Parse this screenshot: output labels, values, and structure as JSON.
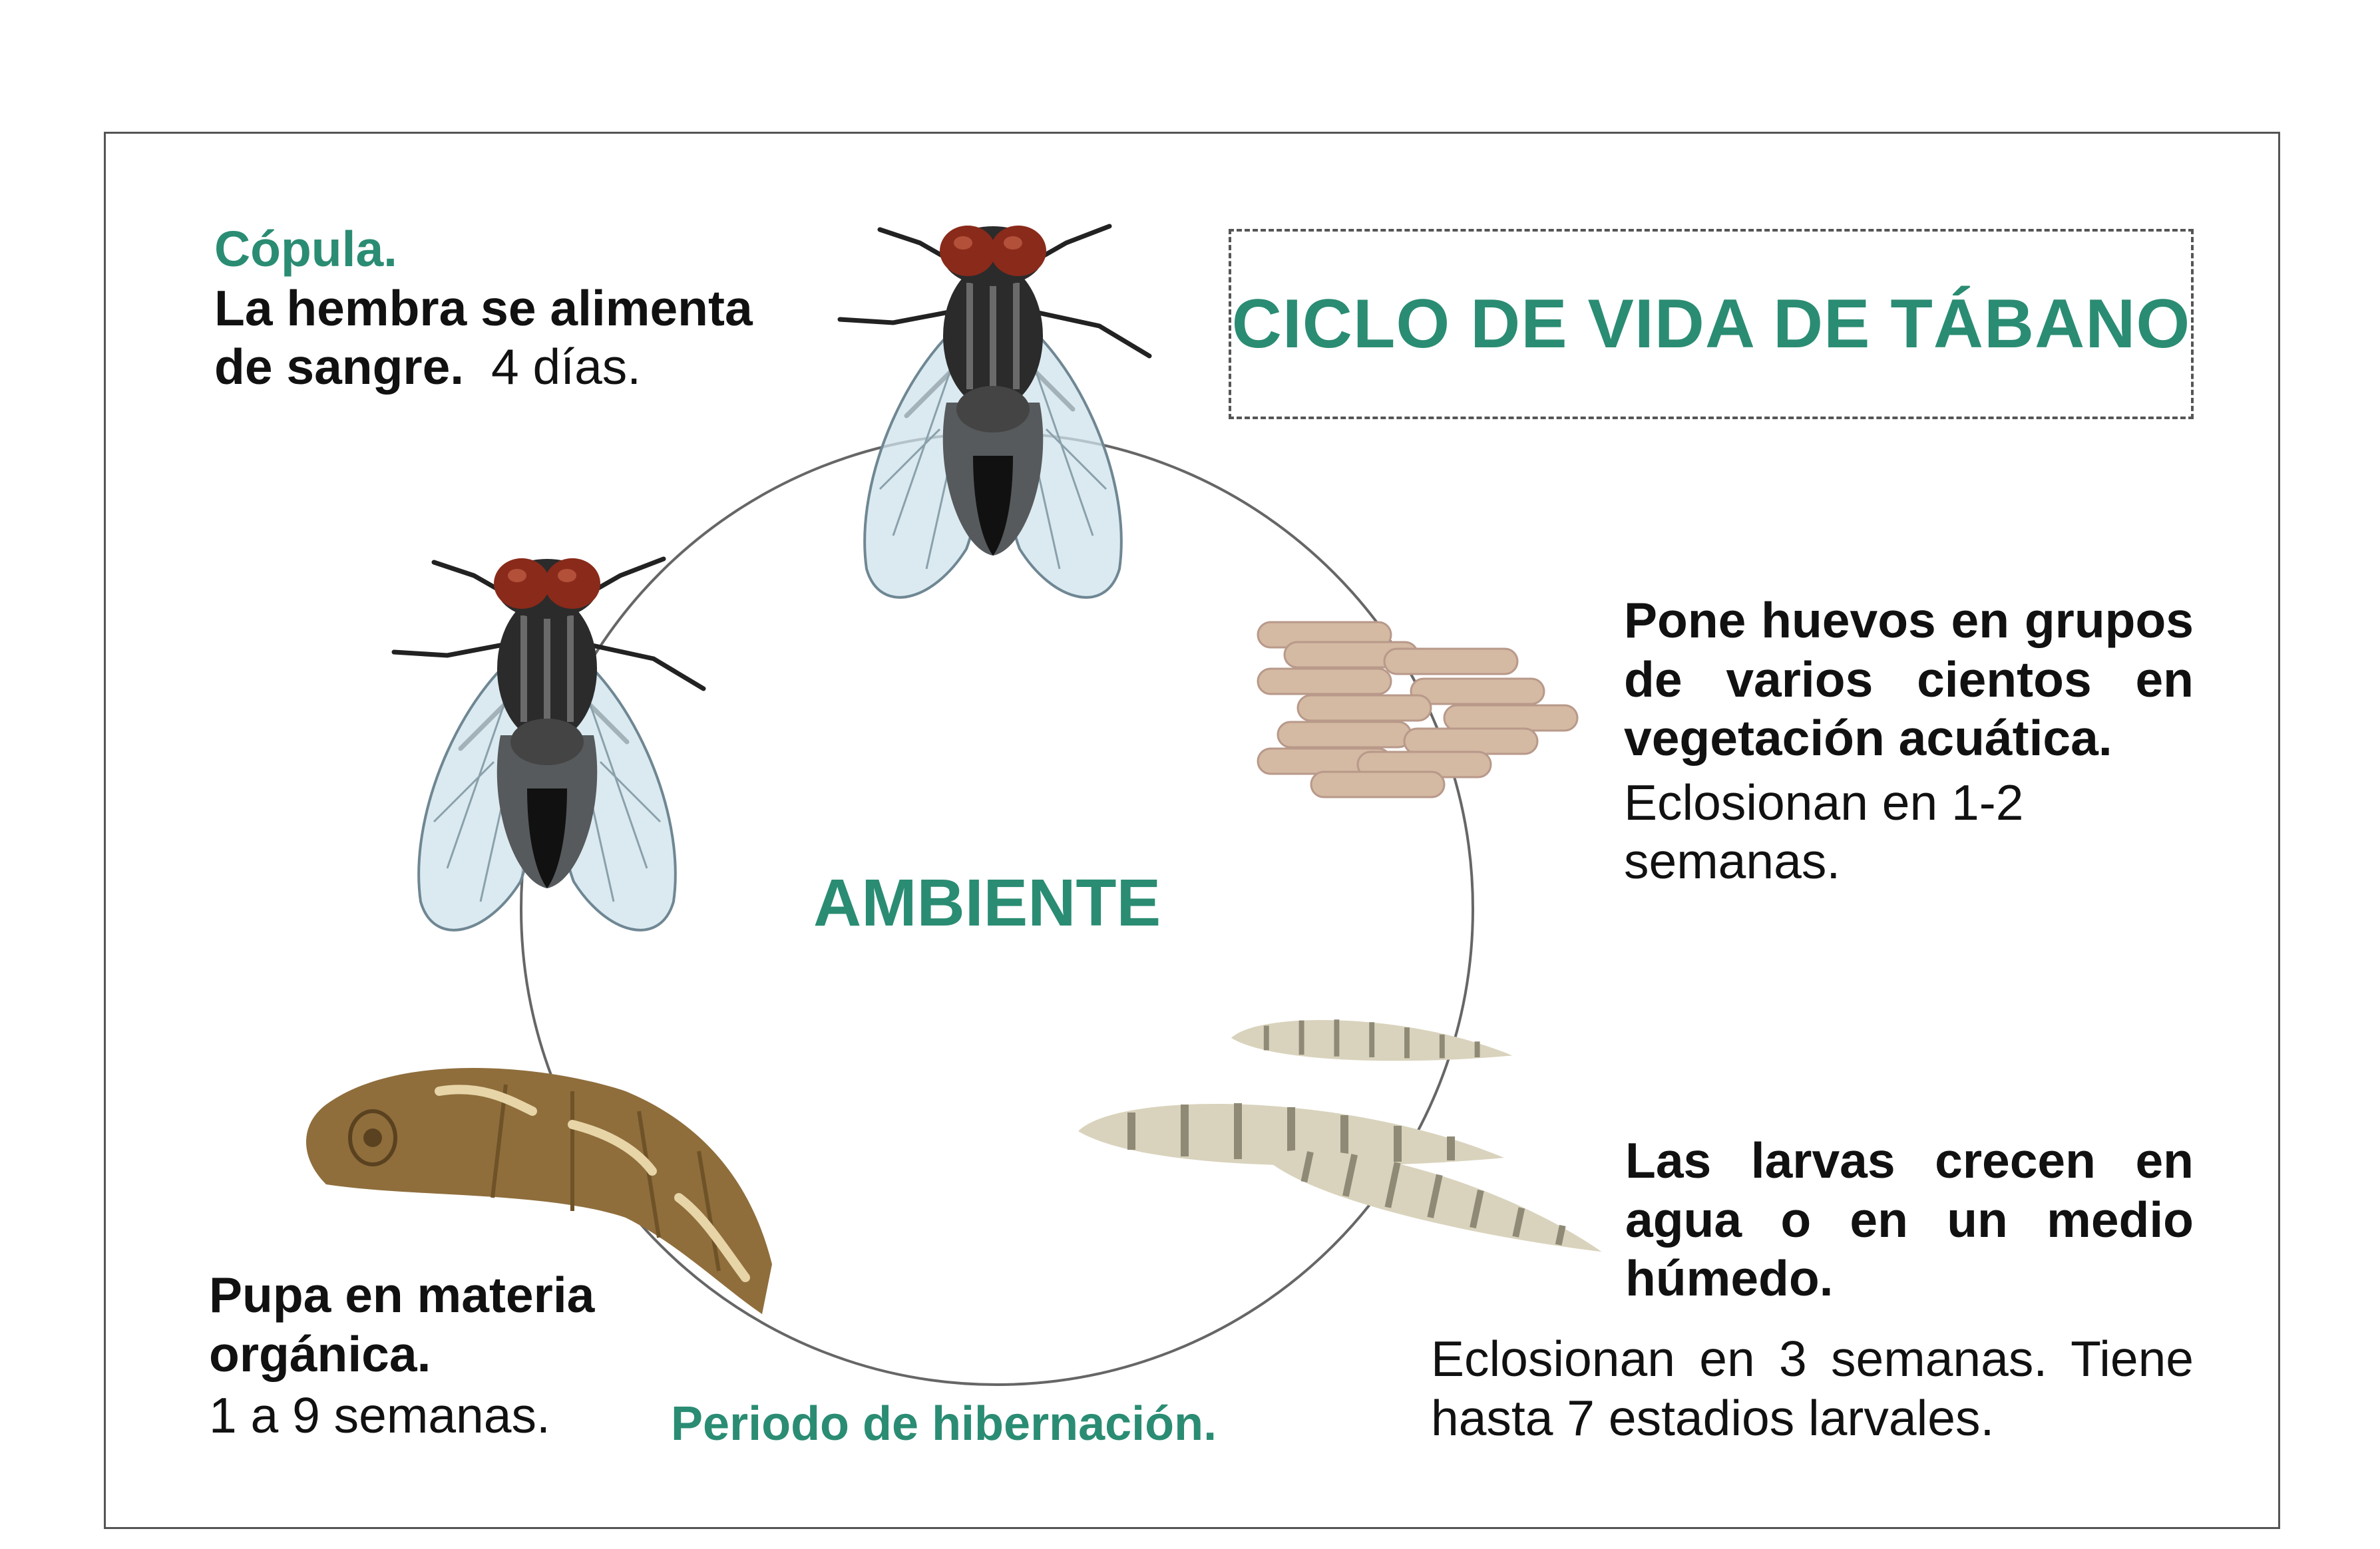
{
  "title": "CICLO DE VIDA DE TÁBANO",
  "center_label": "AMBIENTE",
  "stages": {
    "copula": {
      "heading": "Cópula.",
      "bold_text_line1": "La hembra se alimenta",
      "bold_text_line2": "de sangre.",
      "duration": "4 días."
    },
    "eggs": {
      "bold_line1": "Pone huevos en grupos",
      "bold_line2": "de varios cientos en",
      "bold_line3": "vegetación acuática.",
      "detail_line1": "Eclosionan en 1-2",
      "detail_line2": "semanas."
    },
    "larvae": {
      "bold_line1": "Las larvas crecen en",
      "bold_line2": "agua o en un medio",
      "bold_line3": "húmedo.",
      "detail_line1": "Eclosionan en 3 semanas. Tiene",
      "detail_line2": "hasta 7 estadios larvales."
    },
    "pupa": {
      "bold_line1": "Pupa en materia",
      "bold_line2": "orgánica.",
      "duration": "1 a 9 semanas.",
      "note": "Periodo de hibernación."
    }
  },
  "colors": {
    "accent_green": "#2a8c73",
    "fly_body": "#2b2b2b",
    "fly_eyes": "#8a2a1a",
    "egg": "#d4b9a3",
    "larva": "#d9d3bd",
    "pupa": "#8f6e3c"
  },
  "icons": [
    "fly-icon",
    "eggs-icon",
    "larvae-icon",
    "pupa-icon"
  ]
}
